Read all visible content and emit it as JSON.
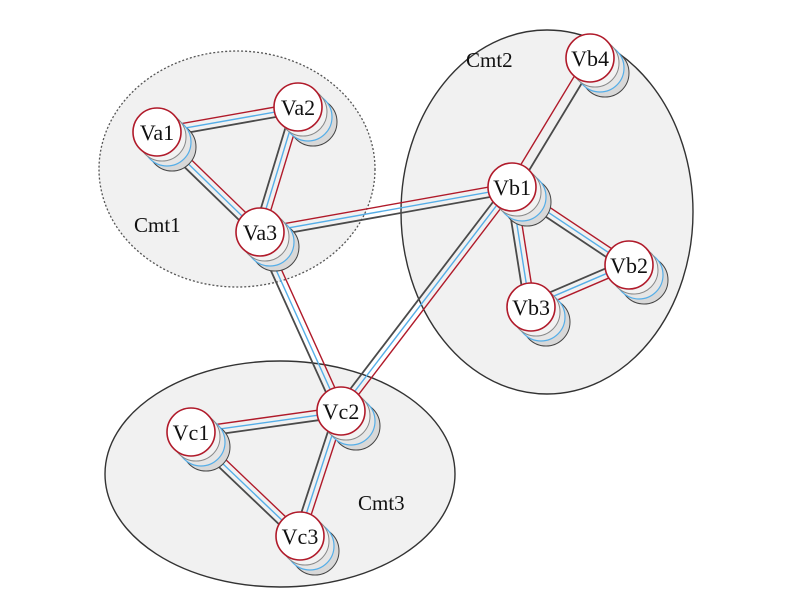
{
  "colors": {
    "red": "#b01a2a",
    "blue": "#55aee8",
    "gray": "#4a4a4a",
    "community_fill": "#f1f1f1",
    "node_fill": "#ffffff",
    "shadow_fill": "#d8d8d8"
  },
  "communities": [
    {
      "id": "cmt1",
      "label": "Cmt1",
      "border": "dotted"
    },
    {
      "id": "cmt2",
      "label": "Cmt2",
      "border": "solid"
    },
    {
      "id": "cmt3",
      "label": "Cmt3",
      "border": "solid"
    }
  ],
  "nodes": [
    {
      "id": "va1",
      "label": "Va1",
      "community": "Cmt1"
    },
    {
      "id": "va2",
      "label": "Va2",
      "community": "Cmt1"
    },
    {
      "id": "va3",
      "label": "Va3",
      "community": "Cmt1"
    },
    {
      "id": "vb1",
      "label": "Vb1",
      "community": "Cmt2"
    },
    {
      "id": "vb2",
      "label": "Vb2",
      "community": "Cmt2"
    },
    {
      "id": "vb3",
      "label": "Vb3",
      "community": "Cmt2"
    },
    {
      "id": "vb4",
      "label": "Vb4",
      "community": "Cmt2"
    },
    {
      "id": "vc1",
      "label": "Vc1",
      "community": "Cmt3"
    },
    {
      "id": "vc2",
      "label": "Vc2",
      "community": "Cmt3"
    },
    {
      "id": "vc3",
      "label": "Vc3",
      "community": "Cmt3"
    }
  ],
  "edges": [
    {
      "from": "va1",
      "to": "va2",
      "layers": [
        "red",
        "blue",
        "gray"
      ]
    },
    {
      "from": "va1",
      "to": "va3",
      "layers": [
        "red",
        "blue",
        "gray"
      ]
    },
    {
      "from": "va2",
      "to": "va3",
      "layers": [
        "red",
        "blue",
        "gray"
      ]
    },
    {
      "from": "va3",
      "to": "vb1",
      "layers": [
        "red",
        "blue",
        "gray"
      ]
    },
    {
      "from": "va3",
      "to": "vc2",
      "layers": [
        "red",
        "blue",
        "gray"
      ]
    },
    {
      "from": "vb1",
      "to": "vb4",
      "layers": [
        "red",
        "gray"
      ]
    },
    {
      "from": "vb1",
      "to": "vb2",
      "layers": [
        "red",
        "blue",
        "gray"
      ]
    },
    {
      "from": "vb1",
      "to": "vb3",
      "layers": [
        "red",
        "blue",
        "gray"
      ]
    },
    {
      "from": "vb2",
      "to": "vb3",
      "layers": [
        "red",
        "blue",
        "gray"
      ]
    },
    {
      "from": "vb1",
      "to": "vc2",
      "layers": [
        "red",
        "blue",
        "gray"
      ]
    },
    {
      "from": "vc1",
      "to": "vc2",
      "layers": [
        "red",
        "blue",
        "gray"
      ]
    },
    {
      "from": "vc1",
      "to": "vc3",
      "layers": [
        "red",
        "blue",
        "gray"
      ]
    },
    {
      "from": "vc2",
      "to": "vc3",
      "layers": [
        "red",
        "blue",
        "gray"
      ]
    }
  ]
}
